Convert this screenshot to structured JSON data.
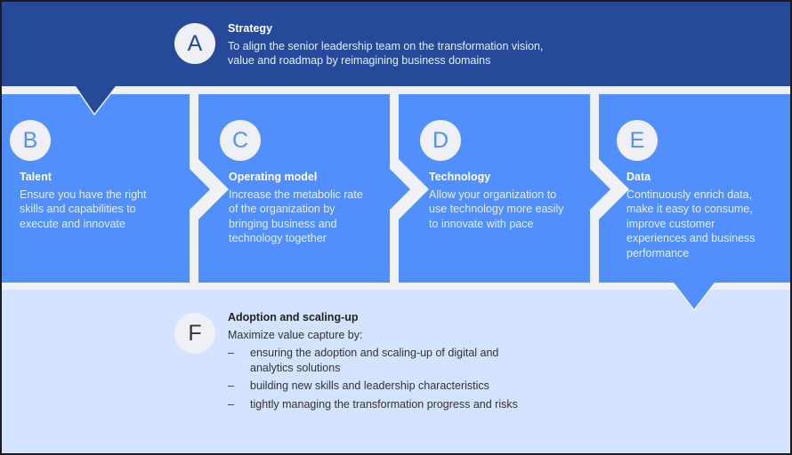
{
  "colors": {
    "strategy_band": "#264a99",
    "pillar_box": "#508ffc",
    "bottom_band": "#d4e3ff",
    "gap": "#eff1f5",
    "circle": "#eef0f5",
    "frame_border": "#1c1c1c"
  },
  "strategy": {
    "letter": "A",
    "title": "Strategy",
    "description_lines": [
      "To align the senior leadership team on the transformation vision,",
      "value and roadmap by reimagining business domains"
    ]
  },
  "pillars": [
    {
      "letter": "B",
      "title": "Talent",
      "description_lines": [
        "Ensure you have the right",
        "skills and capabilities to",
        "execute and innovate"
      ]
    },
    {
      "letter": "C",
      "title": "Operating model",
      "description_lines": [
        "Increase the metabolic rate",
        "of the organization by",
        "bringing business and",
        "technology together"
      ]
    },
    {
      "letter": "D",
      "title": "Technology",
      "description_lines": [
        "Allow your organization to",
        "use technology more easily",
        "to innovate with pace"
      ]
    },
    {
      "letter": "E",
      "title": "Data",
      "description_lines": [
        "Continuously enrich data,",
        "make it easy to consume,",
        "improve customer",
        "experiences and business",
        "performance"
      ]
    }
  ],
  "adoption": {
    "letter": "F",
    "title": "Adoption and scaling-up",
    "intro": "Maximize value capture by:",
    "bullet_marker": "–",
    "bullets": [
      [
        "ensuring the adoption and scaling-up of digital and",
        "analytics solutions"
      ],
      [
        "building new skills and leadership characteristics"
      ],
      [
        "tightly managing the transformation progress and risks"
      ]
    ]
  }
}
